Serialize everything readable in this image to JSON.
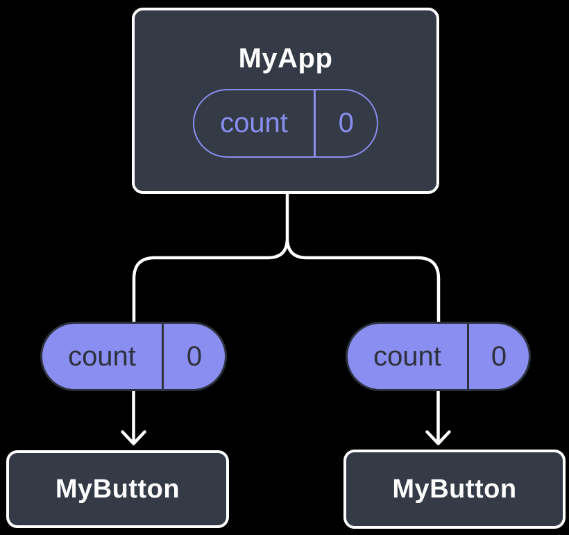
{
  "diagram": {
    "colors": {
      "bg": "#000000",
      "panel": "#343A46",
      "purple": "#8A8EF0",
      "white": "#FFFFFF",
      "dark": "#2C313B"
    },
    "parent": {
      "title": "MyApp",
      "state": {
        "label": "count",
        "value": "0"
      }
    },
    "props": [
      {
        "label": "count",
        "value": "0"
      },
      {
        "label": "count",
        "value": "0"
      }
    ],
    "children": [
      {
        "title": "MyButton"
      },
      {
        "title": "MyButton"
      }
    ]
  }
}
